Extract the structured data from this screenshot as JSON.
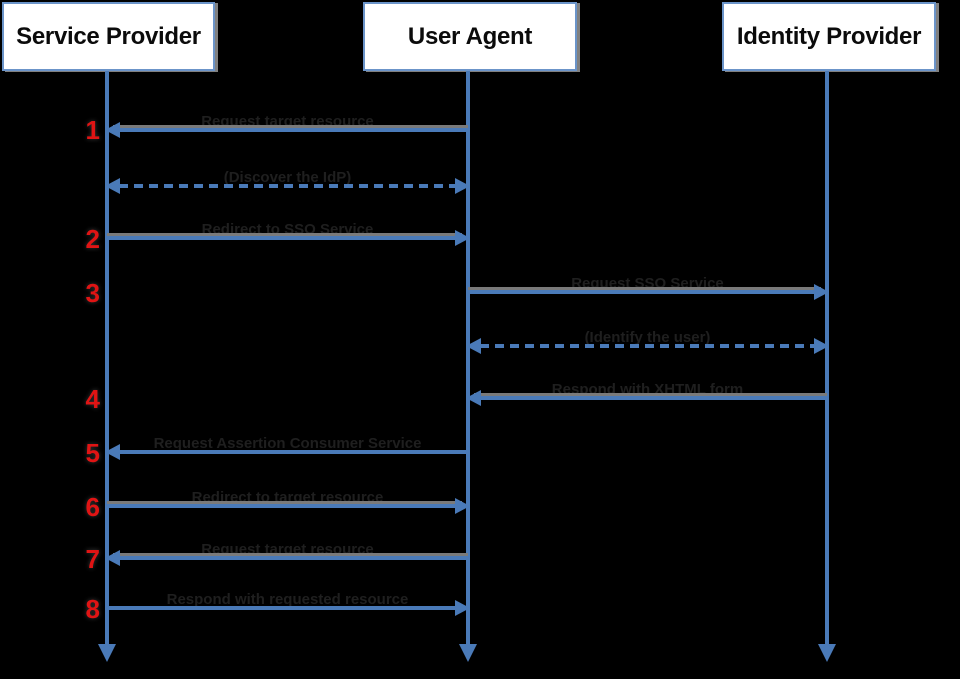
{
  "diagram": {
    "type": "sequence-diagram",
    "subject": "SAML single sign-on message flow",
    "actors": [
      {
        "id": "sp",
        "label": "Service Provider"
      },
      {
        "id": "ua",
        "label": "User Agent"
      },
      {
        "id": "idp",
        "label": "Identity Provider"
      }
    ],
    "messages": [
      {
        "step": "1",
        "label": "Request target resource",
        "from": "ua",
        "to": "sp",
        "style": "solid"
      },
      {
        "step": "",
        "label": "(Discover the IdP)",
        "from": "sp",
        "to": "ua",
        "style": "dashed-bidirectional"
      },
      {
        "step": "2",
        "label": "Redirect to SSO Service",
        "from": "sp",
        "to": "ua",
        "style": "solid"
      },
      {
        "step": "3",
        "label": "Request SSO Service",
        "from": "ua",
        "to": "idp",
        "style": "solid"
      },
      {
        "step": "",
        "label": "(Identify the user)",
        "from": "ua",
        "to": "idp",
        "style": "dashed-bidirectional"
      },
      {
        "step": "4",
        "label": "Respond with XHTML form",
        "from": "idp",
        "to": "ua",
        "style": "solid"
      },
      {
        "step": "5",
        "label": "Request Assertion Consumer Service",
        "from": "ua",
        "to": "sp",
        "style": "solid"
      },
      {
        "step": "6",
        "label": "Redirect to target resource",
        "from": "sp",
        "to": "ua",
        "style": "solid"
      },
      {
        "step": "7",
        "label": "Request target resource",
        "from": "ua",
        "to": "sp",
        "style": "solid"
      },
      {
        "step": "8",
        "label": "Respond with requested resource",
        "from": "sp",
        "to": "ua",
        "style": "solid"
      }
    ],
    "colors": {
      "background": "#000000",
      "arrow_blue": "#4a7ab8",
      "arrow_gray_edge": "#7a7a7a",
      "box_fill": "#ffffff",
      "box_border": "#6b94c9",
      "step_number_red": "#e01414",
      "label_text": "#1f1f1f"
    }
  }
}
